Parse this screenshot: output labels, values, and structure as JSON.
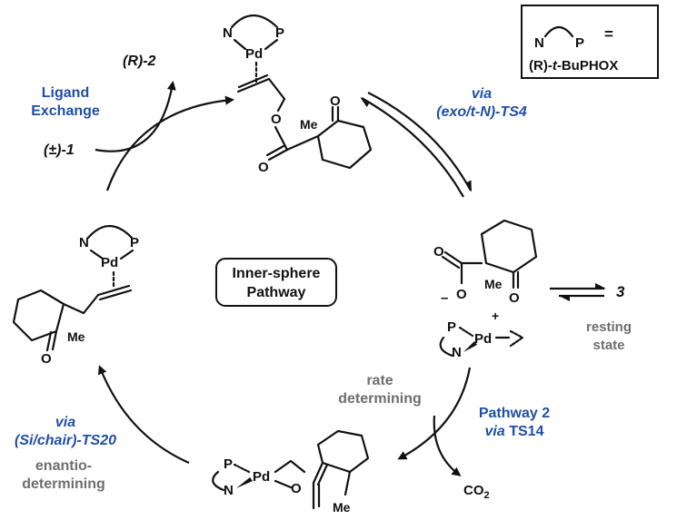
{
  "legend": {
    "N": "N",
    "P": "P",
    "equals": "=",
    "ligand_prefix": "(R)-",
    "ligand_italic": "t",
    "ligand_suffix": "-BuPHOX"
  },
  "center_box": {
    "line1": "Inner-sphere",
    "line2": "Pathway"
  },
  "labels": {
    "product": "(R)-2",
    "substrate": "(±)-1",
    "ligand_exchange_1": "Ligand",
    "ligand_exchange_2": "Exchange",
    "via_ts4_1": "via",
    "via_ts4_2": "(exo/t-N)-TS4",
    "resting_num": "3",
    "resting_1": "resting",
    "resting_2": "state",
    "rate_1": "rate",
    "rate_2": "determining",
    "pathway2_1": "Pathway 2",
    "pathway2_2a": "via",
    "pathway2_2b": " TS14",
    "co2": "CO",
    "co2_sub": "2",
    "via_ts20_1": "via",
    "via_ts20_2": "(Si/chair)-TS20",
    "enantio_1": "enantio-",
    "enantio_2": "determining"
  },
  "atoms": {
    "top": {
      "N": "N",
      "P": "P",
      "Pd": "Pd",
      "O1": "O",
      "O2": "O",
      "O3": "O",
      "Me": "Me"
    },
    "right": {
      "Pd": "Pd",
      "P": "P",
      "N": "N",
      "plus": "+",
      "minus": "–",
      "O1": "O",
      "O2": "O",
      "O3": "O",
      "Me": "Me"
    },
    "bottom": {
      "Pd": "Pd",
      "P": "P",
      "N": "N",
      "O": "O",
      "Me": "Me"
    },
    "left": {
      "N": "N",
      "P": "P",
      "Pd": "Pd",
      "O": "O",
      "Me": "Me"
    }
  },
  "colors": {
    "blue": "#1f4fa8",
    "gray": "#6e6e6e",
    "black": "#111111"
  }
}
